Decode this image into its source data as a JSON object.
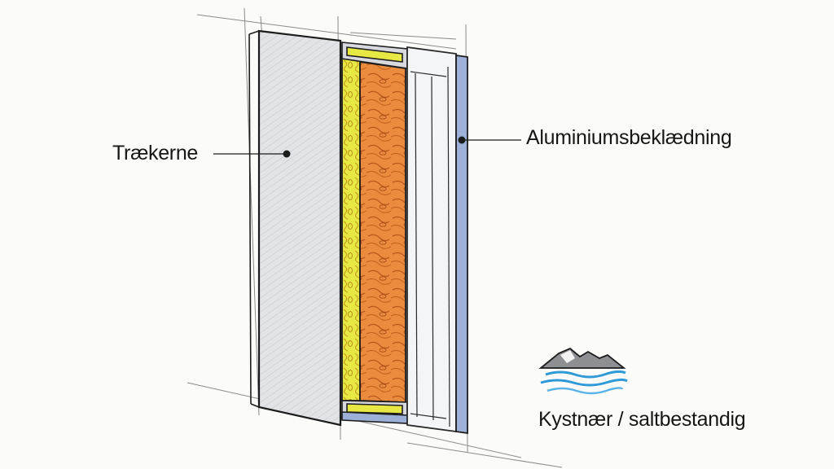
{
  "labels": {
    "core": "Trækerne",
    "cladding": "Aluminiumsbeklædning",
    "coastal": "Kystnær / saltbestandig"
  },
  "icons": {
    "coastal_badge": "mountain-and-waves-icon"
  },
  "colors": {
    "background": "#fbfbf9",
    "ink": "#1c1c1c",
    "core_panel": "#dcdde1",
    "insulation_yellow": "#e4e638",
    "wood_orange": "#e8873a",
    "aluminium_blue": "#9cb0d8",
    "water_blue": "#2f9ad6"
  }
}
